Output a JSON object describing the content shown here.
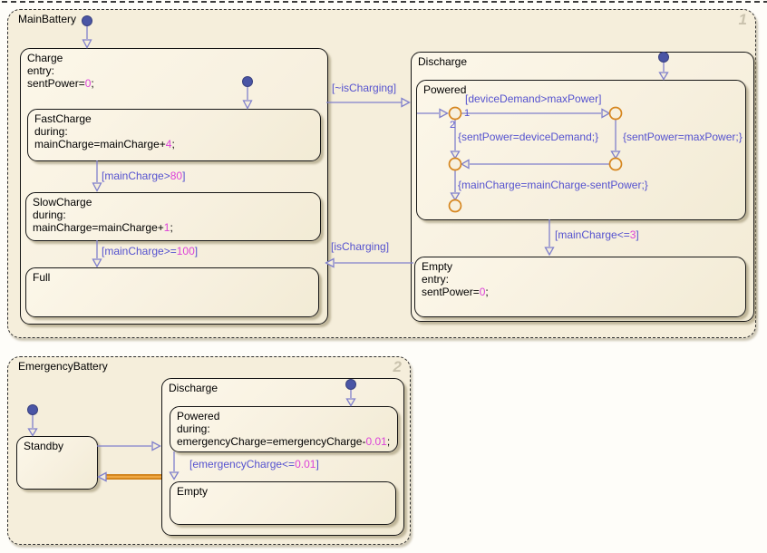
{
  "main_battery": {
    "title": "MainBattery",
    "order_badge": "1",
    "states": {
      "charge": {
        "name": "Charge",
        "entry_label": "entry:",
        "action": {
          "pre": "sentPower=",
          "num": "0",
          "post": ";"
        }
      },
      "fast_charge": {
        "name": "FastCharge",
        "during_label": "during:",
        "action": {
          "pre": "mainCharge=mainCharge+",
          "num": "4",
          "post": ";"
        }
      },
      "slow_charge": {
        "name": "SlowCharge",
        "during_label": "during:",
        "action": {
          "pre": "mainCharge=mainCharge+",
          "num": "1",
          "post": ";"
        }
      },
      "full": {
        "name": "Full"
      },
      "discharge": {
        "name": "Discharge"
      },
      "powered": {
        "name": "Powered"
      },
      "empty": {
        "name": "Empty",
        "entry_label": "entry:",
        "action": {
          "pre": "sentPower=",
          "num": "0",
          "post": ";"
        }
      }
    },
    "transitions": {
      "fast_to_slow": {
        "pre": "[mainCharge>",
        "num": "80",
        "post": "]"
      },
      "slow_to_full": {
        "pre": "[mainCharge>=",
        "num": "100",
        "post": "]"
      },
      "charge_to_discharge": {
        "label": "[~isCharging]"
      },
      "discharge_to_charge": {
        "label": "[isCharging]"
      },
      "powered_to_empty": {
        "pre": "[mainCharge<=",
        "num": "3",
        "post": "]"
      },
      "device_demand_cond": {
        "label": "[deviceDemand>maxPower]"
      },
      "branch_1": "1",
      "branch_2": "2",
      "sent_power_device": {
        "label": "{sentPower=deviceDemand;}"
      },
      "sent_power_max": {
        "label": "{sentPower=maxPower;}"
      },
      "main_charge_update": {
        "label": "{mainCharge=mainCharge-sentPower;}"
      }
    }
  },
  "emergency_battery": {
    "title": "EmergencyBattery",
    "order_badge": "2",
    "states": {
      "standby": {
        "name": "Standby"
      },
      "discharge": {
        "name": "Discharge"
      },
      "powered": {
        "name": "Powered",
        "during_label": "during:",
        "action": {
          "pre": "emergencyCharge=emergencyCharge-",
          "num": "0.01",
          "post": ";"
        }
      },
      "empty": {
        "name": "Empty"
      }
    },
    "transitions": {
      "powered_to_empty": {
        "pre": "[emergencyCharge<=",
        "num": "0.01",
        "post": "]"
      }
    }
  },
  "colors": {
    "chart_background": "#f5eedb",
    "transition_line": "#8080cc",
    "label_blue": "#5552cf",
    "numeric_literal_magenta": "#dc42d8",
    "junction_orange": "#d6861f",
    "active_transition_orange": "#d8880f",
    "default_dot_indigo": "#4a55a5"
  }
}
